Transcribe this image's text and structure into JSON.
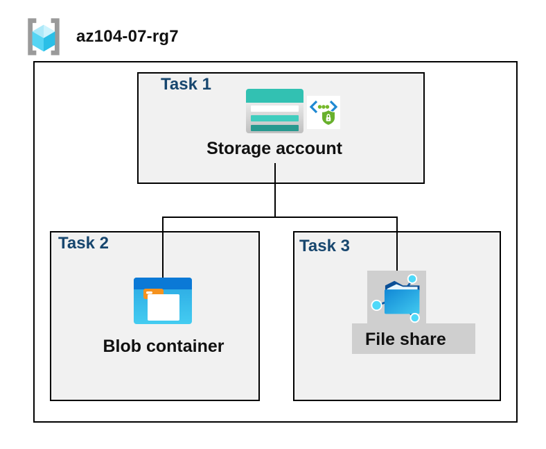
{
  "diagram": {
    "resource_group": {
      "name": "az104-07-rg7",
      "icon": "resource-group-icon"
    },
    "tasks": [
      {
        "label": "Task 1",
        "item": "Storage account",
        "icons": [
          "storage-account-icon",
          "secure-access-icon"
        ]
      },
      {
        "label": "Task 2",
        "item": "Blob container",
        "icons": [
          "blob-container-icon"
        ]
      },
      {
        "label": "Task 3",
        "item": "File share",
        "icons": [
          "file-share-icon"
        ],
        "highlighted": true
      }
    ],
    "connections": [
      {
        "from": "Storage account",
        "to": "Blob container"
      },
      {
        "from": "Storage account",
        "to": "File share"
      }
    ],
    "colors": {
      "task_label_navy": "#17466E",
      "box_fill": "#F1F1F1",
      "box_border": "#000000",
      "highlight_gray": "#CFCFCF",
      "azure_blue": "#0B79D6",
      "storage_teal": "#32C1B2",
      "storage_teal_dark": "#28998F",
      "cyan": "#3EC9EF",
      "node_dot_blue": "#4FD9F9",
      "security_green": "#76B82A",
      "shield_green": "#68B02C",
      "folder_tab_orange": "#F5921E",
      "bracket_gray": "#9A9A9A"
    }
  }
}
